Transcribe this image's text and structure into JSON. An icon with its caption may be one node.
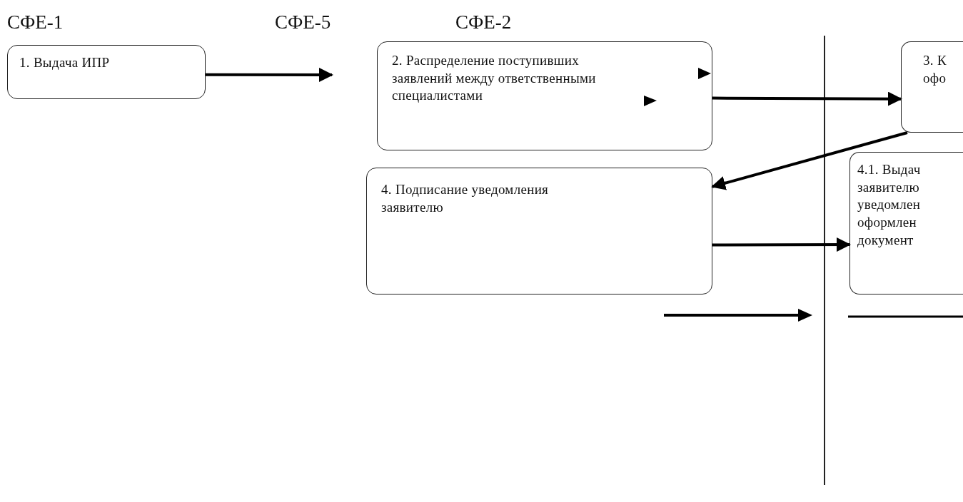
{
  "diagram": {
    "nodes": [
      {
        "text": [
          "1. Выдача ИПР"
        ]
      },
      {
        "text": [
          "2. Распределение поступивших заявлений между ответственными специалистами"
        ]
      },
      {
        "text": [
          "3. К офо"
        ]
      },
      {
        "text": [
          "4. Подписание уведомления заявителю"
        ]
      },
      {
        "text": [
          "4.1. Выдач заявителю уведомлен оформлен документ"
        ]
      }
    ],
    "edges": [
      {
        "from": 0,
        "to": null,
        "arrow": "to"
      },
      {
        "from": 1,
        "to": 2,
        "arrow": "to"
      },
      {
        "from": 2,
        "to": 3,
        "arrow": "to"
      },
      {
        "from": 3,
        "to": 4,
        "arrow": "to"
      }
    ],
    "labels": [
      "СФЕ-1",
      "СФЕ-5",
      "СФЕ-2"
    ]
  }
}
